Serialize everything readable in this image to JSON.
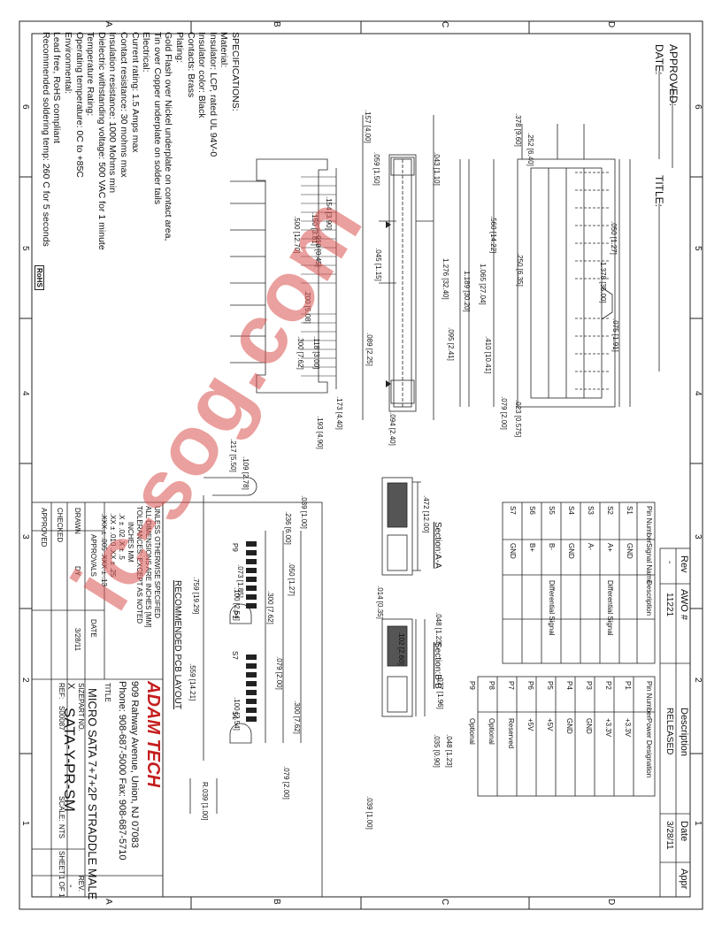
{
  "approval": {
    "approved": "APPROVED:",
    "date": "DATE:",
    "title": "TITLE:"
  },
  "zone_letters": [
    "A",
    "B",
    "C",
    "D"
  ],
  "zone_numbers": [
    "6",
    "5",
    "4",
    "3",
    "2",
    "1"
  ],
  "specs": [
    "SPECIFICATIONS:",
    "Material:",
    "Insulator: LCP, rated UL 94V-0",
    "Insulator color: Black",
    "Contacts: Brass",
    "Plating:",
    "Gold Flash over Nickel underplate on contact area,",
    "Tin over Copper underplate on solder tails",
    "Electrical:",
    "Current rating: 1.5 Amps max",
    "Contact resistance: 30 mohms max",
    "Insulation resistance: 1000 Mohms min",
    "Dielectric withstanding voltage: 500 VAC for 1 minute",
    "Temperature Rating:",
    "Operating temperature: 0C to +85C",
    "Environmental:",
    "Lead free, RoHS compliant",
    "Recommended soldering temp: 260 C for 5 seconds"
  ],
  "rohs": "RoHS",
  "revision": {
    "headers": [
      "Rev",
      "AWO #",
      "Description",
      "Date",
      "Appr"
    ],
    "row": [
      "-",
      "11221",
      "RELEASED",
      "3/28/11",
      ""
    ]
  },
  "signal_table": {
    "headers": [
      "Pin Number",
      "Signal Name",
      "Description"
    ],
    "rows": [
      [
        "S1",
        "GND",
        ""
      ],
      [
        "S2",
        "A+",
        "Differential Signal"
      ],
      [
        "S3",
        "A-",
        ""
      ],
      [
        "S4",
        "GND",
        ""
      ],
      [
        "S5",
        "B-",
        "Differential Signal"
      ],
      [
        "S6",
        "B+",
        ""
      ],
      [
        "S7",
        "GND",
        ""
      ]
    ]
  },
  "power_table": {
    "headers": [
      "Pin Number",
      "Power Designation"
    ],
    "rows": [
      [
        "P1",
        "+3.3V"
      ],
      [
        "P2",
        "+3.3V"
      ],
      [
        "P3",
        "GND"
      ],
      [
        "P4",
        "GND"
      ],
      [
        "P5",
        "+5V"
      ],
      [
        "P6",
        "+5V"
      ],
      [
        "P7",
        "Reserved"
      ],
      [
        "P8",
        "Optional"
      ],
      [
        "P9",
        "Optional"
      ]
    ]
  },
  "tolerance": {
    "lines": [
      "UNLESS OTHERWISE SPECIFIED",
      "ALL DIMENSIONS ARE INCHES [MM]",
      "TOLERANCES: EXCEPT AS NOTED",
      "INCHES    MM",
      ".X  ± .02   .X ± .5",
      ".XX ± .010   .XX ± .25",
      ".XXX ± .005   .XXX ± .13"
    ],
    "approvals": "APPROVALS",
    "date_label": "DATE",
    "drawn": "DRAWN",
    "drawn_by": "DY",
    "drawn_date": "3/28/11",
    "checked": "CHECKED",
    "approved": "APPROVED"
  },
  "company": {
    "name": "ADAM TECH",
    "address": "909 Rahway Avenue, Union, NJ 07083",
    "phone": "Phone: 908-687-5000  Fax: 908-687-5710"
  },
  "title_block": {
    "title_label": "TITLE",
    "title": "MICRO SATA 7+7+2P STRADDLE MALE",
    "size_label": "SIZE",
    "size": "X",
    "part_label": "PART NO.",
    "part": "SATA-Y-PR-SM",
    "rev_label": "REV.",
    "rev": "-",
    "ref_label": "REF:",
    "ref": "S00087",
    "scale_label": "SCALE:",
    "scale": "NTS",
    "sheet_label": "SHEET",
    "sheet": "1 OF 1"
  },
  "sections": {
    "a": "Section:A-A",
    "b": "Section:B-B",
    "pcb": "RECOMMENDED PCB LAYOUT"
  },
  "dims": {
    "d1": ".378 [9.60]",
    "d2": ".252 [6.40]",
    "d3": ".050 [1.27]",
    "d4": "1.378 [35.00]",
    "d5": ".075 [1.91]",
    "d6": ".560 [14.22]",
    "d7": ".250 [6.35]",
    "d8": "1.065 [27.04]",
    "d9": "1.189 [30.20]",
    "d10": ".410 [10.41]",
    "d11": ".079 [2.00]",
    "d12": ".023 [0.575]",
    "d13": ".157 [4.00]",
    "d14": ".043 [1.10]",
    "d15": ".059 [1.50]",
    "d16": ".045 [1.15]",
    "d17": "1.276 [32.40]",
    "d18": ".095 [2.41]",
    "d19": ".089 [2.25]",
    "d20": ".094 [2.40]",
    "d21": ".154 [3.90]",
    "d22": ".150 [3.81]",
    "d23": ".500 [12.70]",
    "d24": ".018 [0.45]",
    "d25": ".200 [5.08]",
    "d26": ".118 [3.00]",
    "d27": ".300 [7.62]",
    "d28": ".173 [4.40]",
    "d29": ".193 [4.90]",
    "d30": ".472 [12.00]",
    "d31": ".014 [0.35]",
    "d32": ".048 [1.23]",
    "d33": ".102 [2.60]",
    "d34": ".077 [1.96]",
    "d35": ".035 [0.90]",
    "d36": ".048 [1.23]",
    "d37": ".217 [5.50]",
    "d38": ".109 [2.78]",
    "d39": ".039 [1.00]",
    "d40": ".236 [6.00]",
    "d41": ".073 [1.85]",
    "d42": ".050 [1.27]",
    "d43": ".100 [2.54]",
    "d44": ".759 [19.29]",
    "d45": ".300 [7.62]",
    "d46": ".079 [2.00]",
    "d47": ".559 [14.21]",
    "d48": ".100 [2.54]",
    "d49": ".300 [7.62]",
    "d50": ".079 [2.00]",
    "d51": "R.039 [1.00]",
    "d52": ".039 [1.00]"
  },
  "pins": {
    "p9": "P9",
    "p1": "P1",
    "s7": "S7",
    "s1": "S1"
  },
  "watermark": "ic-sog.com",
  "colors": {
    "ink": "#111111",
    "watermark": "#d9534f"
  }
}
